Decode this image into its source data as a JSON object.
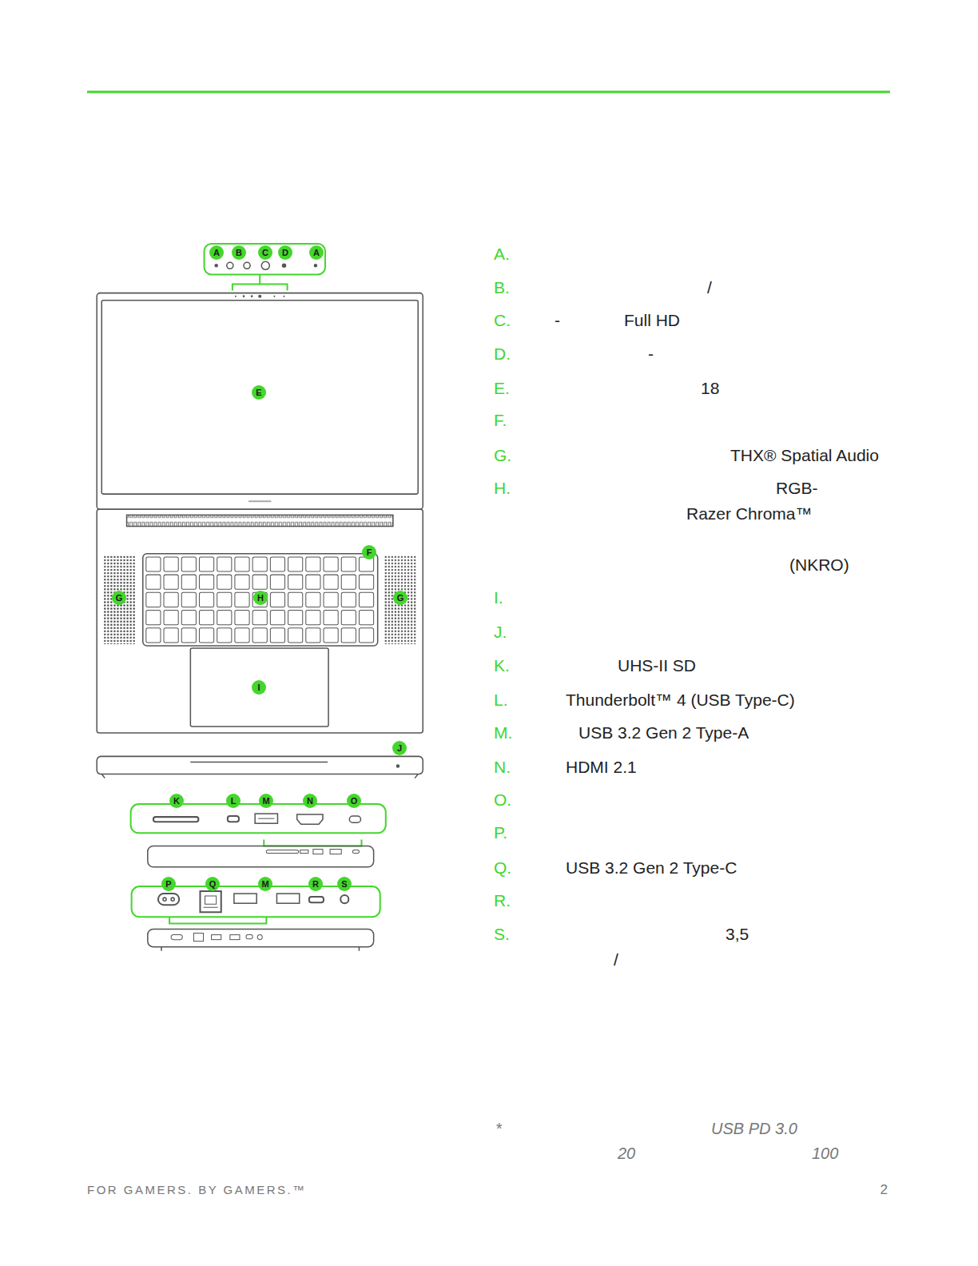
{
  "diagram": {
    "labels": [
      "A",
      "B",
      "C",
      "D",
      "A",
      "E",
      "F",
      "G",
      "H",
      "G",
      "I",
      "J",
      "K",
      "L",
      "M",
      "N",
      "O",
      "P",
      "Q",
      "M",
      "R",
      "S",
      "A.",
      "B.",
      "/",
      "C.",
      "-",
      "Full HD",
      "D.",
      "-",
      "E.",
      "18",
      "F.",
      "G.",
      "THX® Spatial Audio",
      "H.",
      "RGB-",
      "Razer Chroma™",
      "(NKRO)",
      "I.",
      "J.",
      "K.",
      "UHS-II SD",
      "L.",
      "Thunderbolt™ 4 (USB Type-C)",
      "M.",
      "USB 3.2 Gen 2 Type-A",
      "N.",
      "HDMI 2.1",
      "O.",
      "P.",
      "Q.",
      "USB 3.2 Gen 2 Type-C",
      "R.",
      "S.",
      "3,5",
      "/",
      "*",
      "USB PD 3.0",
      "20",
      "100",
      "FOR GAMERS. BY GAMERS.™",
      "2"
    ]
  }
}
